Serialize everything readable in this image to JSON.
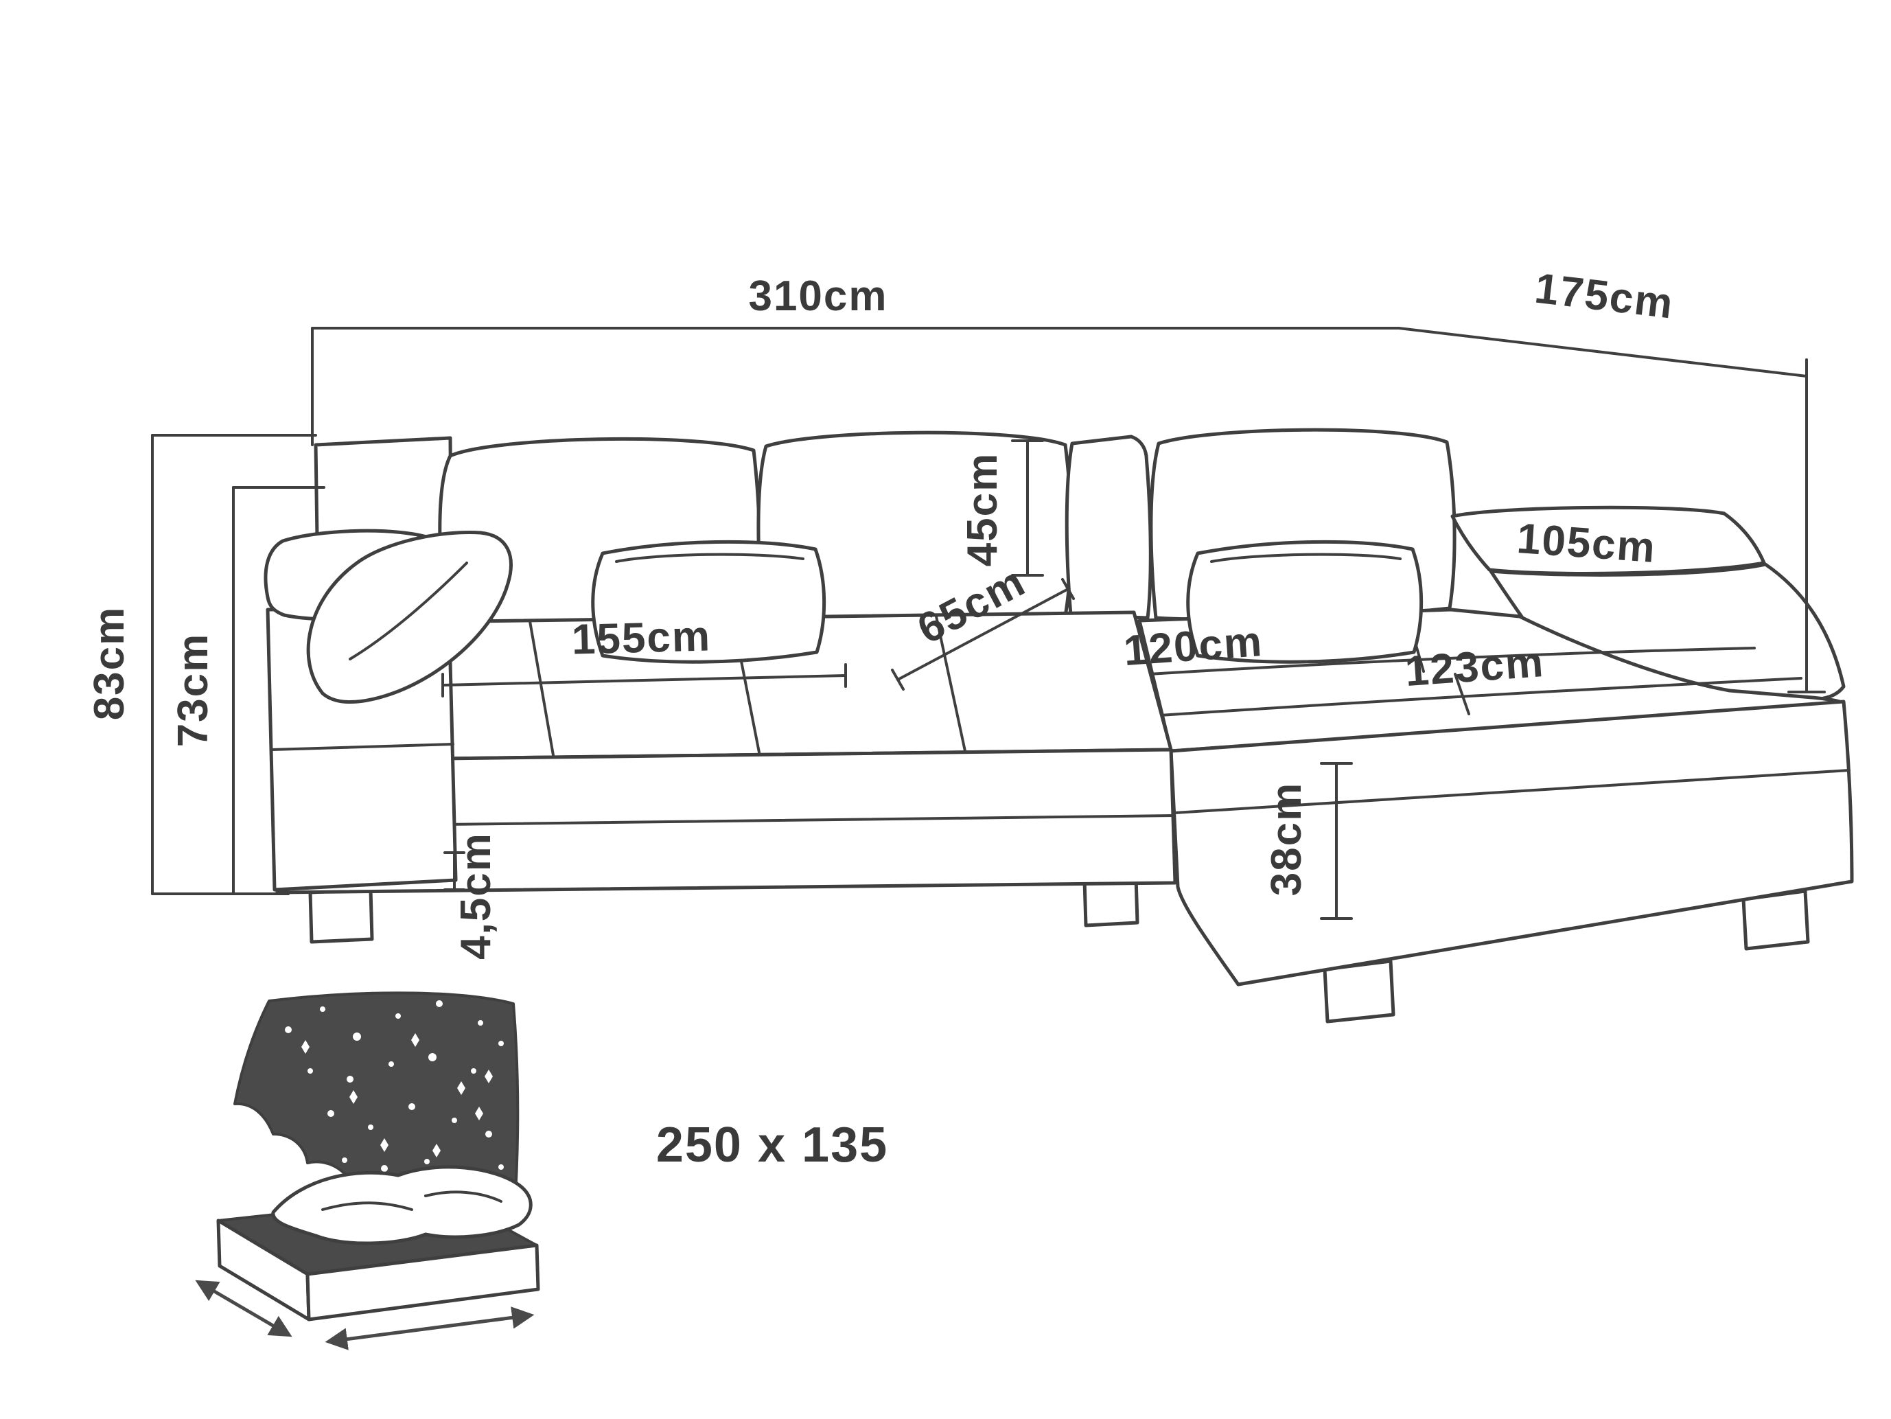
{
  "colors": {
    "line": "#3f3f3f",
    "text": "#3a3a3a",
    "icon_fill": "#4a4a4a",
    "background": "#ffffff"
  },
  "labels": {
    "total_width": "310cm",
    "total_depth": "175cm",
    "total_height": "83cm",
    "inner_height": "73cm",
    "seat_width": "155cm",
    "seat_depth": "65cm",
    "back_cushion_height": "45cm",
    "armrest_length": "105cm",
    "chaise_width": "120cm",
    "chaise_length": "123cm",
    "chaise_side_height": "38cm",
    "detail_height": "4,5cm",
    "sleeping_area": "250 x 135"
  }
}
